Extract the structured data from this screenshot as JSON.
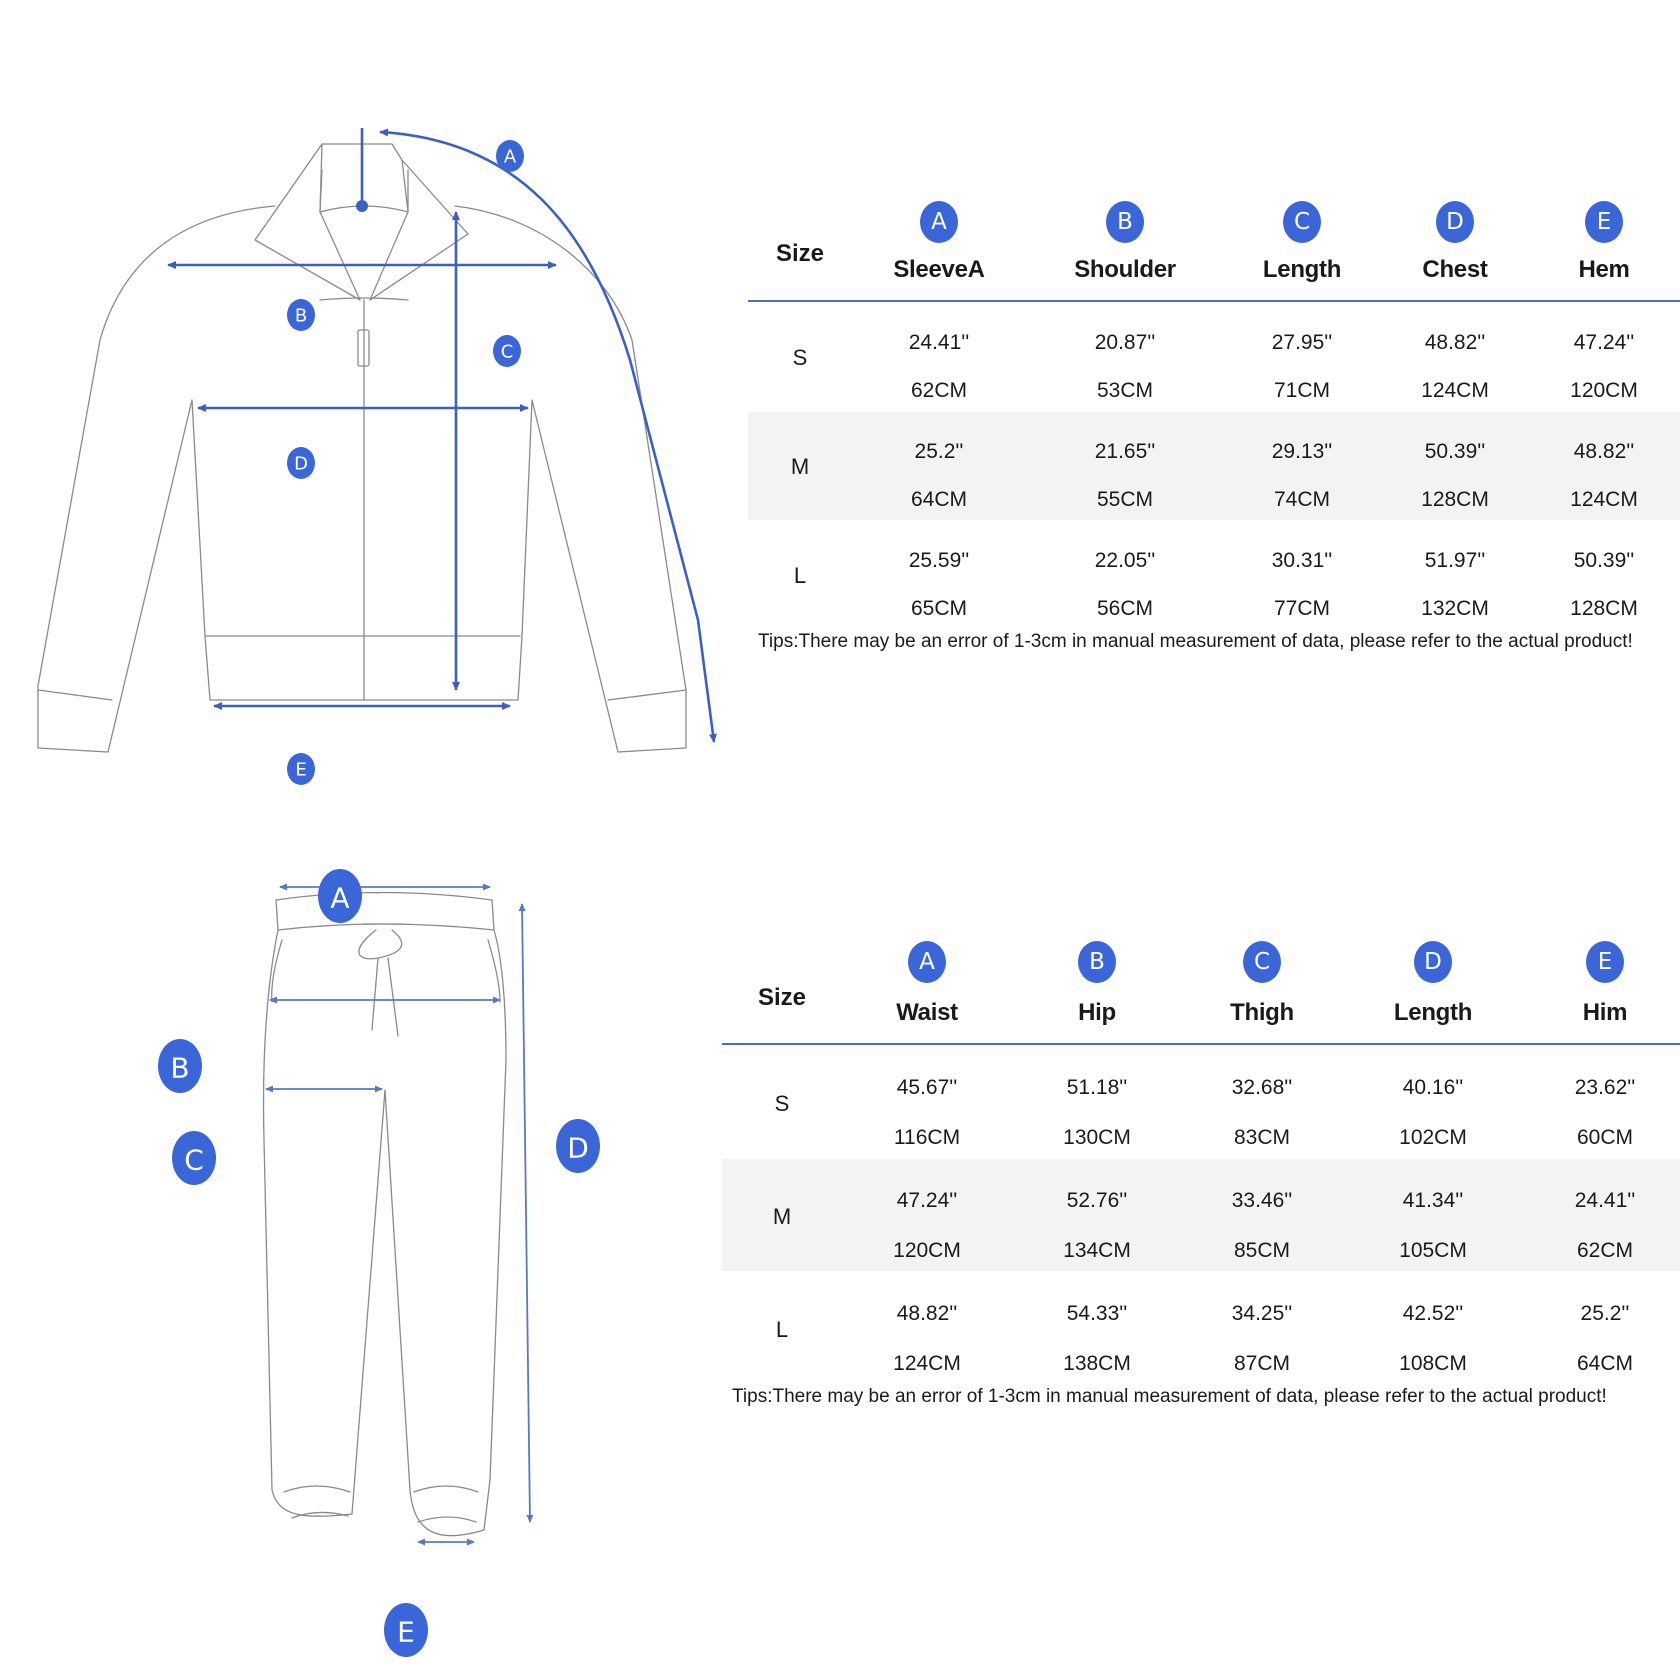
{
  "jacket": {
    "diagram_labels": [
      "A",
      "B",
      "C",
      "D",
      "E"
    ],
    "table": {
      "size_header": "Size",
      "columns": [
        {
          "letter": "A",
          "name": "SleeveA"
        },
        {
          "letter": "B",
          "name": "Shoulder"
        },
        {
          "letter": "C",
          "name": "Length"
        },
        {
          "letter": "D",
          "name": "Chest"
        },
        {
          "letter": "E",
          "name": "Hem"
        }
      ],
      "rows": [
        {
          "size": "S",
          "inch": [
            "24.41''",
            "20.87''",
            "27.95''",
            "48.82''",
            "47.24''"
          ],
          "cm": [
            "62CM",
            "53CM",
            "71CM",
            "124CM",
            "120CM"
          ]
        },
        {
          "size": "M",
          "inch": [
            "25.2''",
            "21.65''",
            "29.13''",
            "50.39''",
            "48.82''"
          ],
          "cm": [
            "64CM",
            "55CM",
            "74CM",
            "128CM",
            "124CM"
          ]
        },
        {
          "size": "L",
          "inch": [
            "25.59''",
            "22.05''",
            "30.31''",
            "51.97''",
            "50.39''"
          ],
          "cm": [
            "65CM",
            "56CM",
            "77CM",
            "132CM",
            "128CM"
          ]
        }
      ],
      "tips": "Tips:There may be an error of 1-3cm in manual measurement of data, please refer to the actual product!"
    }
  },
  "pants": {
    "diagram_labels": [
      "A",
      "B",
      "C",
      "D",
      "E"
    ],
    "table": {
      "size_header": "Size",
      "columns": [
        {
          "letter": "A",
          "name": "Waist"
        },
        {
          "letter": "B",
          "name": "Hip"
        },
        {
          "letter": "C",
          "name": "Thigh"
        },
        {
          "letter": "D",
          "name": "Length"
        },
        {
          "letter": "E",
          "name": "Him"
        }
      ],
      "rows": [
        {
          "size": "S",
          "inch": [
            "45.67''",
            "51.18''",
            "32.68''",
            "40.16''",
            "23.62''"
          ],
          "cm": [
            "116CM",
            "130CM",
            "83CM",
            "102CM",
            "60CM"
          ]
        },
        {
          "size": "M",
          "inch": [
            "47.24''",
            "52.76''",
            "33.46''",
            "41.34''",
            "24.41''"
          ],
          "cm": [
            "120CM",
            "134CM",
            "85CM",
            "105CM",
            "62CM"
          ]
        },
        {
          "size": "L",
          "inch": [
            "48.82''",
            "54.33''",
            "34.25''",
            "42.52''",
            "25.2''"
          ],
          "cm": [
            "124CM",
            "138CM",
            "87CM",
            "108CM",
            "64CM"
          ]
        }
      ],
      "tips": "Tips:There may be an error of 1-3cm in manual measurement of data, please refer to the actual product!"
    }
  },
  "colors": {
    "accent": "#3a66d8",
    "rule": "#4d6bbf",
    "band": "#f3f3f3",
    "outline": "#8a8a8a"
  }
}
